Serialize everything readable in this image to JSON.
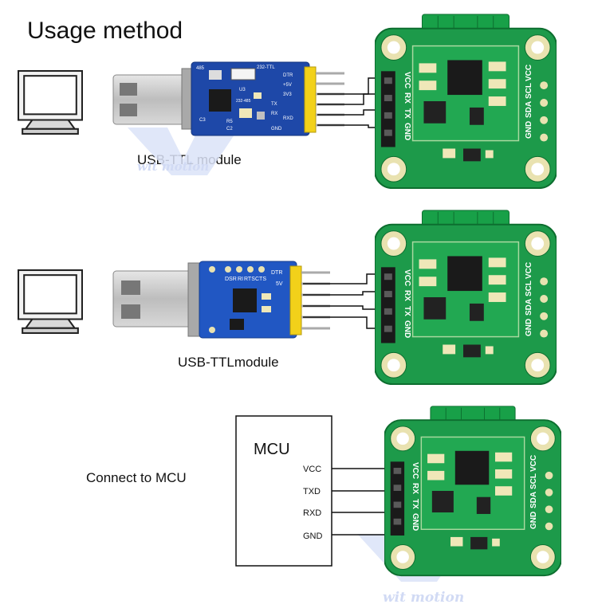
{
  "title": "Usage method",
  "captions": {
    "module1": "USB-TTL module",
    "module2": "USB-TTLmodule",
    "mcu_connect": "Connect to MCU"
  },
  "mcu": {
    "label": "MCU",
    "pins": [
      "VCC",
      "TXD",
      "RXD",
      "GND"
    ]
  },
  "sensor_board": {
    "left_pins": [
      "VCC",
      "RX",
      "TX",
      "GND"
    ],
    "right_pins": [
      "GND",
      "SDA",
      "SCL",
      "VCC"
    ]
  },
  "adapter1_silkscreen": [
    "485",
    "232-TTL",
    "DTR",
    "+5V",
    "3V3",
    "TX",
    "RX",
    "RXD",
    "GND",
    "U3",
    "R5",
    "C2",
    "C3",
    "232-485"
  ],
  "adapter2_silkscreen": [
    "DSR",
    "RI",
    "RTS",
    "CTS",
    "DTR",
    "5V"
  ],
  "watermark": "wit motion",
  "colors": {
    "pcb_green": "#1d9a4a",
    "pcb_blue": "#1e48a8",
    "header_yellow": "#f2d11a",
    "usb_metal": "#c8c8c8"
  }
}
